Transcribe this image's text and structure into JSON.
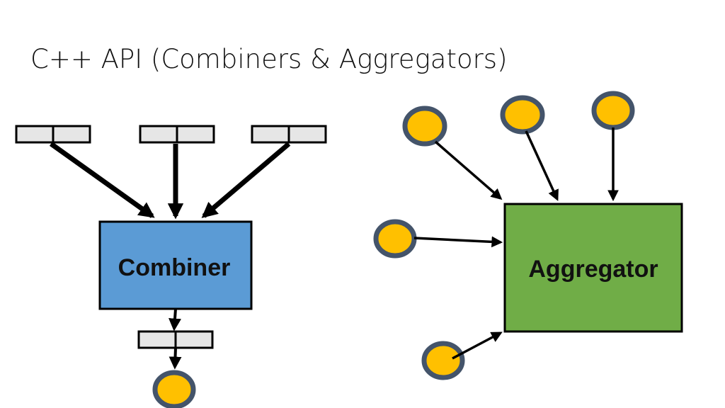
{
  "slide": {
    "title": "C++ API (Combiners & Aggregators)"
  },
  "diagram": {
    "combiner": {
      "label": "Combiner",
      "fill": "#5B9BD5"
    },
    "aggregator": {
      "label": "Aggregator",
      "fill": "#70AD47"
    },
    "colors": {
      "message_box": "#E6E6E6",
      "vertex_fill": "#FFC000",
      "vertex_ring": "#44546A",
      "edge": "#000000"
    }
  }
}
